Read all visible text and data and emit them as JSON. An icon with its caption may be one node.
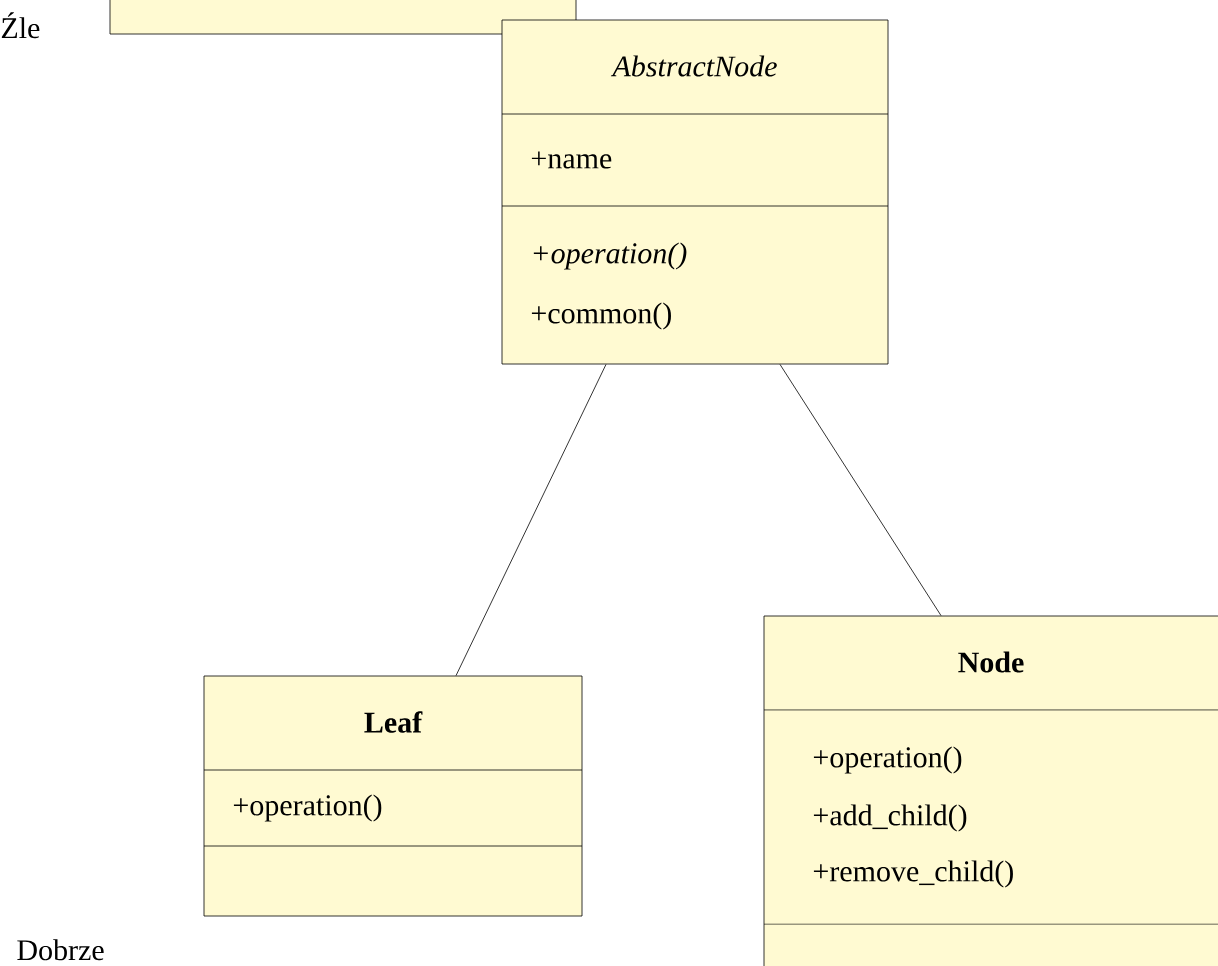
{
  "diagram": {
    "nodes": [
      {
        "text": [],
        "shape": "box"
      },
      {
        "text": [
          "AbstractNode",
          "+name",
          "*+operation()*",
          "+common()"
        ]
      },
      {
        "text": [
          "Leaf",
          "+operation()"
        ]
      },
      {
        "text": [
          "Node",
          "+operation()",
          "+add_child()",
          "+remove_child()"
        ]
      }
    ],
    "edges": [
      {
        "from": 1,
        "to": 2,
        "arrow": "none"
      },
      {
        "from": 1,
        "to": 3,
        "arrow": "none"
      }
    ],
    "labels": [
      "Źle",
      "Dobrze"
    ]
  }
}
